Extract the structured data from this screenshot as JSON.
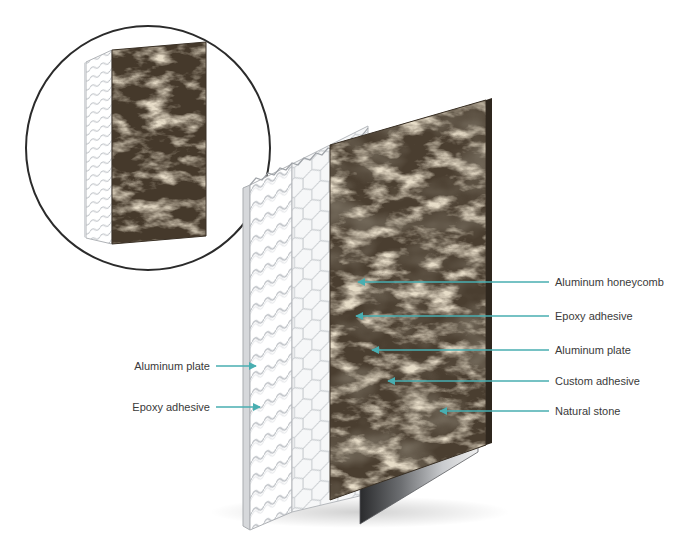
{
  "diagram": {
    "labels": [
      "Aluminum honeycomb",
      "Epoxy adhesive",
      "Aluminum plate",
      "Custom adhesive",
      "Natural stone",
      "Aluminum plate",
      "Epoxy adhesive"
    ]
  }
}
